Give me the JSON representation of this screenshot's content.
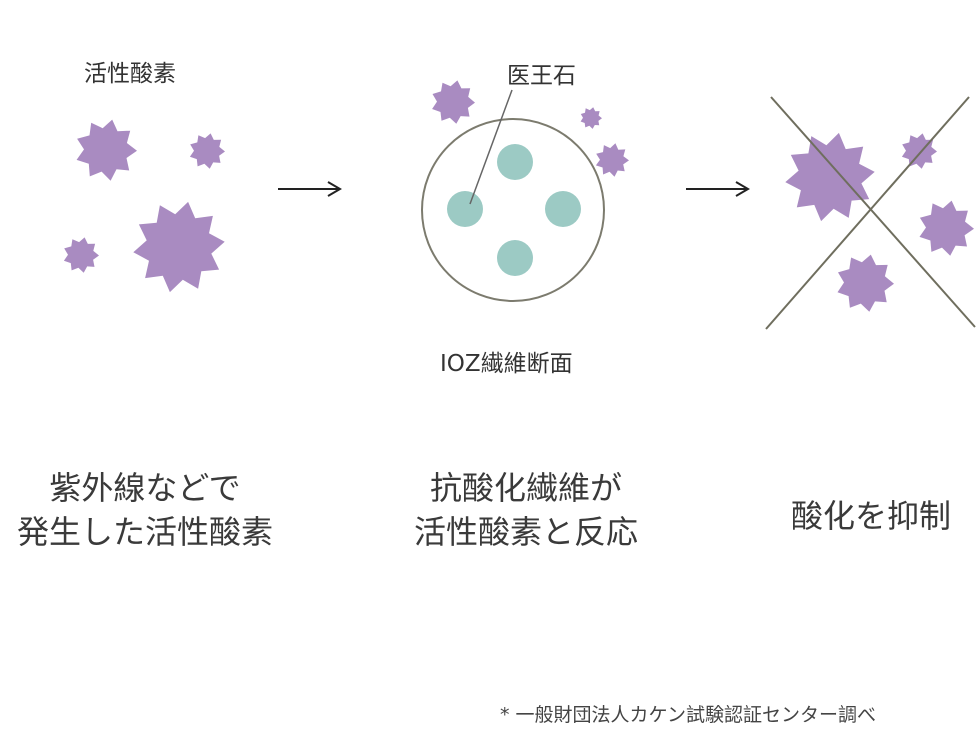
{
  "labels": {
    "active_oxygen": "活性酸素",
    "mineral": "医王石",
    "fiber_section": "IOZ繊維断面"
  },
  "arrows": [
    "→",
    "→"
  ],
  "captions": {
    "step1": [
      "紫外線などで",
      "発生した活性酸素"
    ],
    "step2": [
      "抗酸化繊維が",
      "活性酸素と反応"
    ],
    "step3": [
      "酸化を抑制"
    ]
  },
  "footnote": "* 一般財団法人カケン試験認証センター調べ",
  "colors": {
    "star": "#a98bc1",
    "mineral": "#9ccac4",
    "fiber_outline": "#7c7b6e",
    "cross": "#6f6e5e"
  }
}
